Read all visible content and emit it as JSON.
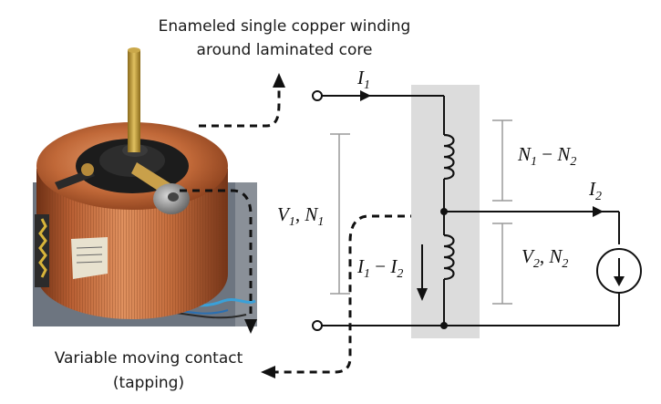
{
  "labels": {
    "top_caption_line1": "Enameled single copper winding",
    "top_caption_line2": "around laminated core",
    "bottom_caption_line1": "Variable moving contact",
    "bottom_caption_line2": "(tapping)"
  },
  "circuit": {
    "i1": {
      "base": "I",
      "sub": "1"
    },
    "i2": {
      "base": "I",
      "sub": "2"
    },
    "v1n1": {
      "a": "V",
      "a_sub": "1",
      "sep": ", ",
      "b": "N",
      "b_sub": "1"
    },
    "n1_minus_n2": {
      "a": "N",
      "a_sub": "1",
      "op": " − ",
      "b": "N",
      "b_sub": "2"
    },
    "v2n2": {
      "a": "V",
      "a_sub": "2",
      "sep": ", ",
      "b": "N",
      "b_sub": "2"
    },
    "i1_minus_i2": {
      "a": "I",
      "a_sub": "1",
      "op": " − ",
      "b": "I",
      "b_sub": "2"
    }
  },
  "colors": {
    "copper": "#b8663a",
    "core_shade": "#dcdcdc",
    "wire": "#111111",
    "bracket": "#9a9a9a"
  },
  "icons": [
    "current-source-icon",
    "terminal-icon",
    "arrow-icon"
  ]
}
